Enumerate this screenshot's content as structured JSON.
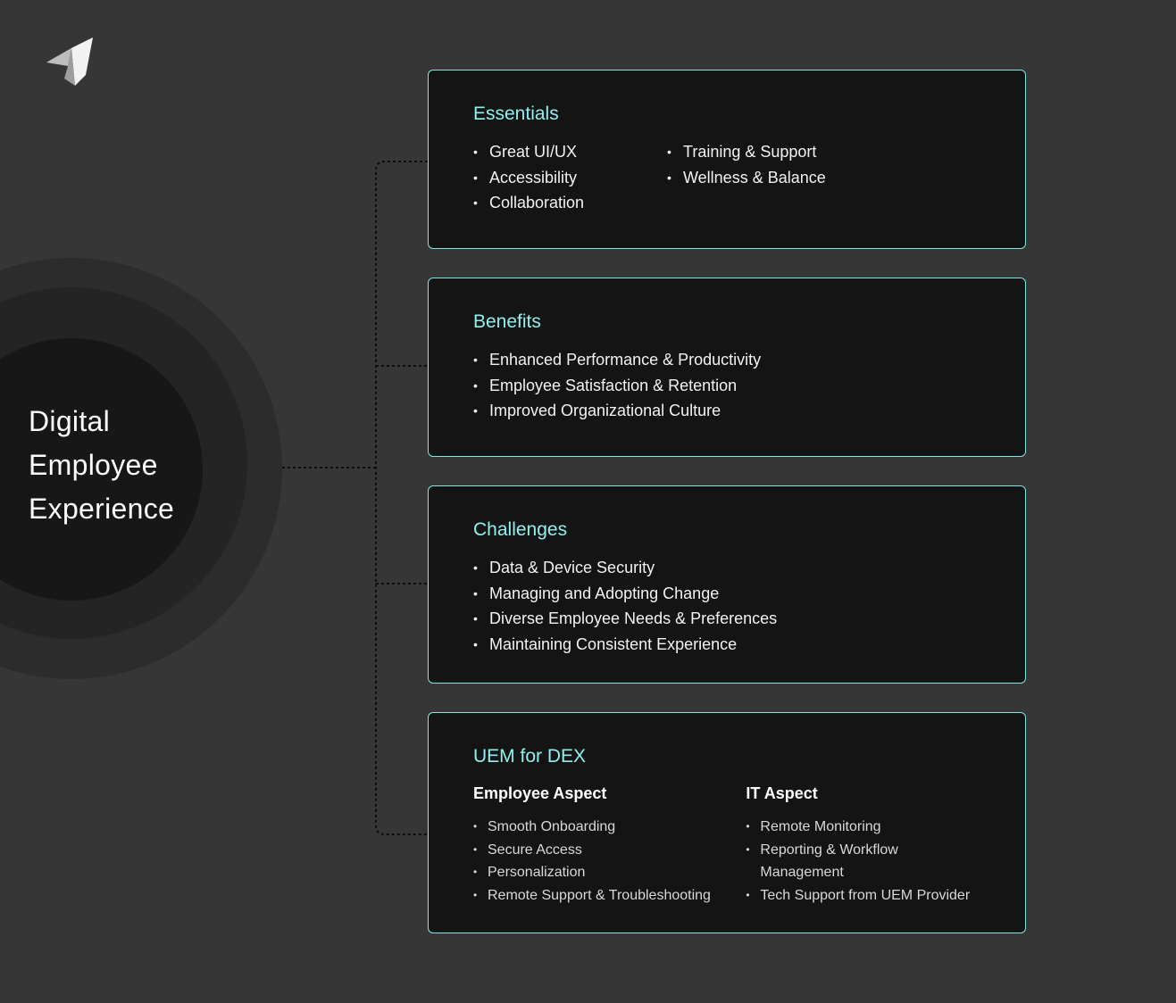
{
  "hub": {
    "lines": [
      "Digital",
      "Employee",
      "Experience"
    ]
  },
  "colors": {
    "accent": "#8ff0ec",
    "card_border": "#7ee8e4",
    "card_bg": "#141414",
    "page_bg": "#363636"
  },
  "logo": {
    "icon": "paper-plane-icon"
  },
  "cards": [
    {
      "title": "Essentials",
      "col1": [
        "Great UI/UX",
        "Accessibility",
        "Collaboration"
      ],
      "col2": [
        "Training & Support",
        "Wellness & Balance"
      ]
    },
    {
      "title": "Benefits",
      "items": [
        "Enhanced Performance & Productivity",
        "Employee Satisfaction & Retention",
        "Improved Organizational Culture"
      ]
    },
    {
      "title": "Challenges",
      "items": [
        "Data & Device Security",
        "Managing and Adopting Change",
        "Diverse Employee Needs & Preferences",
        "Maintaining Consistent Experience"
      ]
    },
    {
      "title": "UEM for DEX",
      "employee": {
        "heading": "Employee Aspect",
        "items": [
          "Smooth Onboarding",
          "Secure Access",
          "Personalization",
          "Remote Support & Troubleshooting"
        ]
      },
      "it": {
        "heading": "IT Aspect",
        "items": [
          "Remote Monitoring",
          "Reporting & Workflow Management",
          "Tech Support from UEM Provider"
        ]
      }
    }
  ]
}
